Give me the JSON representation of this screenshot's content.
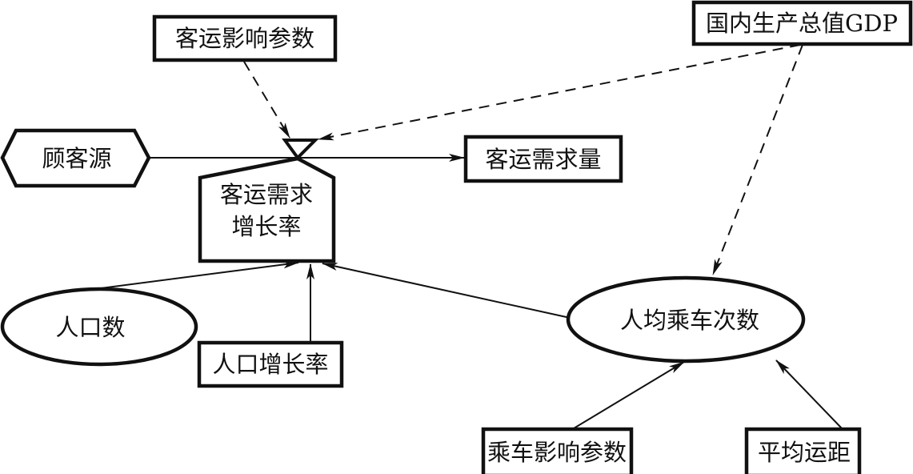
{
  "diagram": {
    "type": "system-dynamics-stock-flow",
    "nodes": {
      "source": {
        "label": "顾客源",
        "kind": "source-cloud"
      },
      "flow_rate": {
        "label_line1": "客运需求",
        "label_line2": "增长率",
        "kind": "rate"
      },
      "stock": {
        "label": "客运需求量",
        "kind": "level"
      },
      "passenger_param": {
        "label": "客运影响参数",
        "kind": "constant"
      },
      "gdp": {
        "label": "国内生产总值GDP",
        "kind": "constant"
      },
      "population": {
        "label": "人口数",
        "kind": "auxiliary"
      },
      "pop_growth": {
        "label": "人口增长率",
        "kind": "constant"
      },
      "trips_per_capita": {
        "label": "人均乘车次数",
        "kind": "auxiliary"
      },
      "ride_param": {
        "label": "乘车影响参数",
        "kind": "constant"
      },
      "avg_distance": {
        "label": "平均运距",
        "kind": "constant"
      }
    },
    "edges": [
      {
        "from": "source",
        "to": "stock",
        "style": "flow"
      },
      {
        "from": "passenger_param",
        "to": "flow_rate",
        "style": "dashed"
      },
      {
        "from": "gdp",
        "to": "flow_rate",
        "style": "dashed"
      },
      {
        "from": "gdp",
        "to": "trips_per_capita",
        "style": "dashed"
      },
      {
        "from": "population",
        "to": "flow_rate",
        "style": "solid"
      },
      {
        "from": "pop_growth",
        "to": "flow_rate",
        "style": "solid"
      },
      {
        "from": "trips_per_capita",
        "to": "flow_rate",
        "style": "solid"
      },
      {
        "from": "ride_param",
        "to": "trips_per_capita",
        "style": "solid"
      },
      {
        "from": "avg_distance",
        "to": "trips_per_capita",
        "style": "solid"
      }
    ]
  }
}
